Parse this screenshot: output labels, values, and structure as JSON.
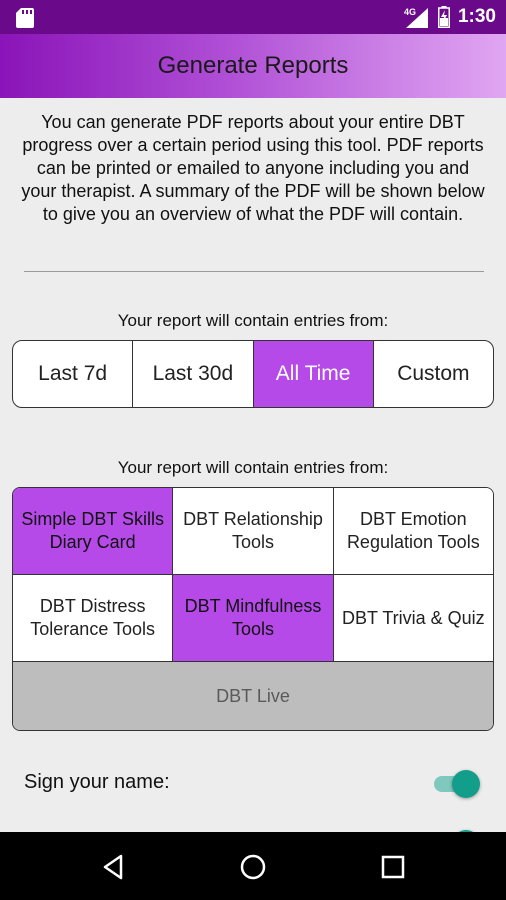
{
  "status": {
    "time": "1:30",
    "network": "4G"
  },
  "appbar": {
    "title": "Generate Reports"
  },
  "intro": "You can generate PDF reports about your entire DBT progress over a certain period using this tool. PDF reports can be printed or emailed to anyone including you and your therapist. A summary of the PDF will be shown below to give you an overview of what the PDF will contain.",
  "period": {
    "label": "Your report will contain entries from:",
    "options": [
      "Last 7d",
      "Last 30d",
      "All Time",
      "Custom"
    ],
    "selected": "All Time"
  },
  "tools": {
    "label": "Your report will contain entries from:",
    "cells": [
      {
        "label": "Simple DBT Skills Diary Card",
        "selected": true
      },
      {
        "label": "DBT Relationship Tools",
        "selected": false
      },
      {
        "label": "DBT Emotion Regulation Tools",
        "selected": false
      },
      {
        "label": "DBT Distress Tolerance Tools",
        "selected": false
      },
      {
        "label": "DBT Mindfulness Tools",
        "selected": true
      },
      {
        "label": "DBT Trivia & Quiz",
        "selected": false
      }
    ],
    "live_label": "DBT Live"
  },
  "sign": {
    "label": "Sign your name:",
    "enabled": true
  },
  "colors": {
    "accent": "#b64ae8",
    "appbar": "#8a14b8",
    "toggle": "#129e8a"
  }
}
